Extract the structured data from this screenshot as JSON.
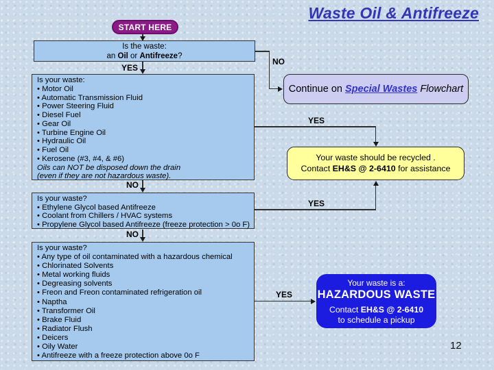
{
  "slide": {
    "title": "Waste Oil & Antifreeze",
    "page_number": "12"
  },
  "start": {
    "label": "START HERE"
  },
  "labels": {
    "yes": "YES",
    "no": "NO"
  },
  "boxes": {
    "q1": {
      "line1": "Is the waste:",
      "l2a": "an ",
      "l2b": "Oil",
      "l2c": " or ",
      "l2d": "Antifreeze",
      "l2e": "?"
    },
    "oil": {
      "header": "Is your waste:",
      "items": [
        "• Motor Oil",
        "• Automatic Transmission Fluid",
        "• Power Steering Fluid",
        "• Diesel Fuel",
        "• Gear Oil",
        "• Turbine Engine Oil",
        "• Hydraulic Oil",
        "• Fuel Oil",
        "• Kerosene (#3, #4, & #6)"
      ],
      "note1": "Oils can NOT be disposed down the drain",
      "note2": "(even if they are not hazardous waste)."
    },
    "antifreeze": {
      "header": "Is your waste?",
      "items": [
        "• Ethylene Glycol based Antifreeze",
        "• Coolant from Chillers / HVAC systems",
        "• Propylene Glycol based Antifreeze (freeze protection > 0o F)"
      ]
    },
    "hazardous": {
      "header": "Is your waste?",
      "items": [
        "• Any type of oil contaminated with a hazardous chemical",
        "• Chlorinated Solvents",
        "• Metal working fluids",
        "• Degreasing solvents",
        "• Freon and Freon contaminated refrigeration oil",
        "• Naptha",
        "• Transformer Oil",
        "• Brake Fluid",
        "• Radiator Flush",
        "• Deicers",
        "• Oily Water",
        "• Antifreeze with a freeze protection above 0o F"
      ]
    },
    "continue": {
      "pre": "Continue on ",
      "link": "Special Wastes",
      "post": " Flowchart"
    },
    "recycle": {
      "line1": "Your waste should be recycled .",
      "line2_pre": "Contact ",
      "line2_bold": "EH&S @ 2-6410",
      "line2_post": " for assistance"
    },
    "hazard_result": {
      "line1": "Your waste is a:",
      "line2": "HAZARDOUS WASTE",
      "line3_pre": "Contact ",
      "line3_bold": "EH&S @ 2-6410",
      "line4": "to schedule a pickup"
    }
  },
  "colors": {
    "background": "#cbdae8",
    "question_box_fill": "#a5caed",
    "continue_box_fill": "#cdccf1",
    "recycle_box_fill": "#ffff9c",
    "hazard_box_fill": "#1c1ce0",
    "start_pill_fill": "#8a1b87",
    "title_text": "#3434b4",
    "link_text": "#3333cc"
  }
}
